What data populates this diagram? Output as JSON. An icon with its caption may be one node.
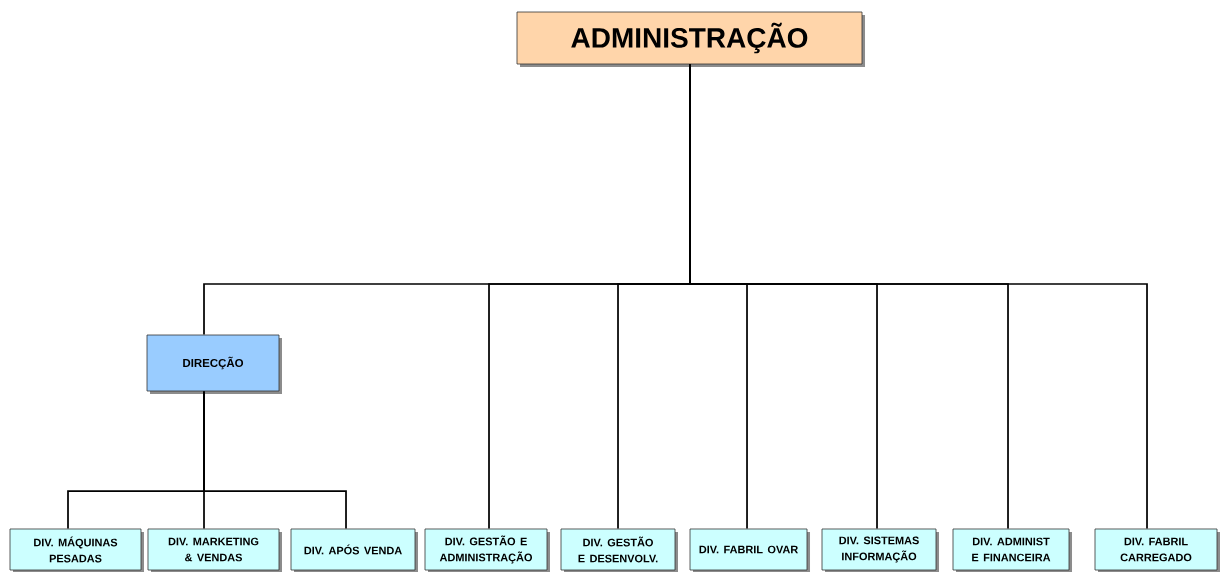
{
  "diagram": {
    "nodes": [
      {
        "text": [
          "ADMINISTRAÇÃO"
        ]
      },
      {
        "text": [
          "DIRECÇÃO"
        ]
      },
      {
        "text": [
          "DIV. MÁQUINAS PESADAS"
        ]
      },
      {
        "text": [
          "DIV. MARKETING & VENDAS"
        ]
      },
      {
        "text": [
          "DIV. APÓS VENDA"
        ]
      },
      {
        "text": [
          "DIV. GESTÃO E ADMINISTRAÇÃO"
        ]
      },
      {
        "text": [
          "DIV. GESTÃO E DESENVOLV."
        ]
      },
      {
        "text": [
          "DIV. FABRIL OVAR"
        ]
      },
      {
        "text": [
          "DIV. SISTEMAS INFORMAÇÃO"
        ]
      },
      {
        "text": [
          "DIV. ADMINIST E FINANCEIRA"
        ]
      },
      {
        "text": [
          "DIV. FABRIL CARREGADO"
        ]
      }
    ],
    "edges": [
      {
        "from": 0,
        "to": 1,
        "arrow": "none"
      },
      {
        "from": 0,
        "to": 5,
        "arrow": "none"
      },
      {
        "from": 0,
        "to": 6,
        "arrow": "none"
      },
      {
        "from": 0,
        "to": 7,
        "arrow": "none"
      },
      {
        "from": 0,
        "to": 8,
        "arrow": "none"
      },
      {
        "from": 0,
        "to": 9,
        "arrow": "none"
      },
      {
        "from": 0,
        "to": 10,
        "arrow": "none"
      },
      {
        "from": 1,
        "to": 2,
        "arrow": "none"
      },
      {
        "from": 1,
        "to": 3,
        "arrow": "none"
      },
      {
        "from": 1,
        "to": 4,
        "arrow": "none"
      }
    ]
  }
}
